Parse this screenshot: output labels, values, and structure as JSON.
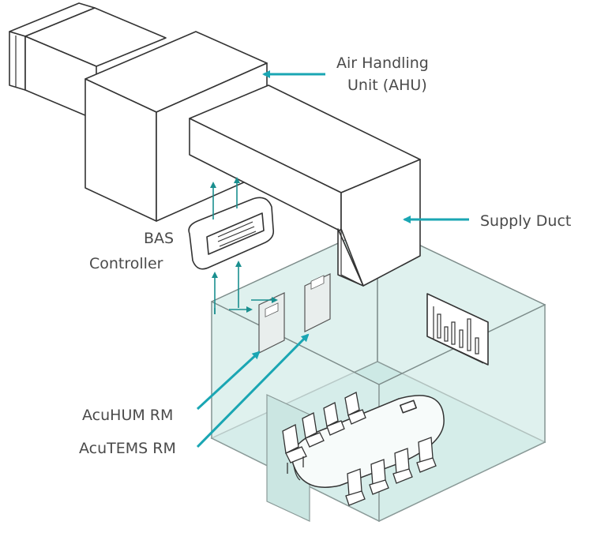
{
  "labels": {
    "ahu_line1": "Air Handling",
    "ahu_line2": "Unit (AHU)",
    "supply_duct": "Supply Duct",
    "bas_line1": "BAS",
    "bas_line2": "Controller",
    "acuhum": "AcuHUM RM",
    "acutems": "AcuTEMS RM"
  },
  "colors": {
    "pointer_arrow": "#1aa6b3",
    "flow_arrow": "#1a8f8f",
    "glass_fill": "#dff1ee",
    "label_text": "#4a4a4a"
  }
}
